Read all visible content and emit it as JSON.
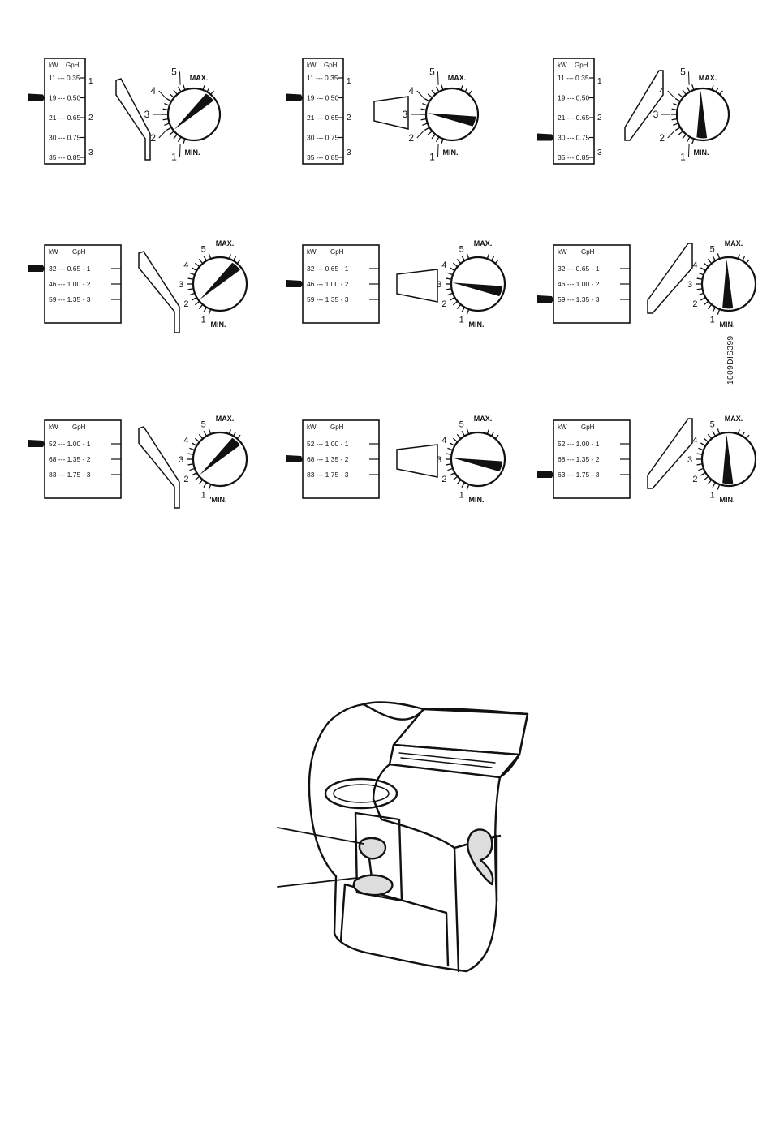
{
  "document_code": "1009DIS399",
  "labels": {
    "kw": "kW",
    "gph": "GpH",
    "max": "MAX.",
    "min": "MIN."
  },
  "dial_numbers": [
    "1",
    "2",
    "3",
    "4",
    "5"
  ],
  "panels": [
    {
      "id": "r1c1",
      "rows": [
        [
          "11",
          "0.35"
        ],
        [
          "19",
          "0.50"
        ],
        [
          "21",
          "0.65"
        ],
        [
          "30",
          "0.75"
        ],
        [
          "35",
          "0.85"
        ]
      ],
      "scale_marks": [
        "1",
        "2",
        "3"
      ],
      "pointer_row": 1,
      "setting": 1,
      "min_label": "MIN."
    },
    {
      "id": "r1c2",
      "rows": [
        [
          "11",
          "0.35"
        ],
        [
          "19",
          "0.50"
        ],
        [
          "21",
          "0.65"
        ],
        [
          "30",
          "0.75"
        ],
        [
          "35",
          "0.85"
        ]
      ],
      "scale_marks": [
        "1",
        "2",
        "3"
      ],
      "pointer_row": 1,
      "setting": 2,
      "min_label": "MIN."
    },
    {
      "id": "r1c3",
      "rows": [
        [
          "11",
          "0.35"
        ],
        [
          "19",
          "0.50"
        ],
        [
          "21",
          "0.65"
        ],
        [
          "30",
          "0.75"
        ],
        [
          "35",
          "0.85"
        ]
      ],
      "scale_marks": [
        "1",
        "2",
        "3"
      ],
      "pointer_row": 3,
      "setting": 3,
      "min_label": "MIN."
    },
    {
      "id": "r2c1",
      "rows": [
        [
          "32",
          "0.65",
          "1"
        ],
        [
          "46",
          "1.00",
          "2"
        ],
        [
          "59",
          "1.35",
          "3"
        ]
      ],
      "pointer_row": 0,
      "setting": 1,
      "min_label": "MIN."
    },
    {
      "id": "r2c2",
      "rows": [
        [
          "32",
          "0.65",
          "1"
        ],
        [
          "46",
          "1.00",
          "2"
        ],
        [
          "59",
          "1.35",
          "3"
        ]
      ],
      "pointer_row": 1,
      "setting": 2,
      "min_label": "MIN."
    },
    {
      "id": "r2c3",
      "rows": [
        [
          "32",
          "0.65",
          "1"
        ],
        [
          "46",
          "1.00",
          "2"
        ],
        [
          "59",
          "1.35",
          "3"
        ]
      ],
      "pointer_row": 2,
      "setting": 3,
      "min_label": "MIN."
    },
    {
      "id": "r3c1",
      "rows": [
        [
          "52",
          "1.00",
          "1"
        ],
        [
          "68",
          "1.35",
          "2"
        ],
        [
          "83",
          "1.75",
          "3"
        ]
      ],
      "pointer_row": 0,
      "setting": 1,
      "min_label": "'MIN."
    },
    {
      "id": "r3c2",
      "rows": [
        [
          "52",
          "1.00",
          "1"
        ],
        [
          "68",
          "1.35",
          "2"
        ],
        [
          "83",
          "1.75",
          "3"
        ]
      ],
      "pointer_row": 1,
      "setting": 2,
      "min_label": "MIN."
    },
    {
      "id": "r3c3",
      "rows": [
        [
          "52",
          "1.00",
          "1"
        ],
        [
          "68",
          "1.35",
          "2"
        ],
        [
          "63",
          "1.75",
          "3"
        ]
      ],
      "pointer_row": 2,
      "setting": 3,
      "min_label": "MIN."
    }
  ]
}
